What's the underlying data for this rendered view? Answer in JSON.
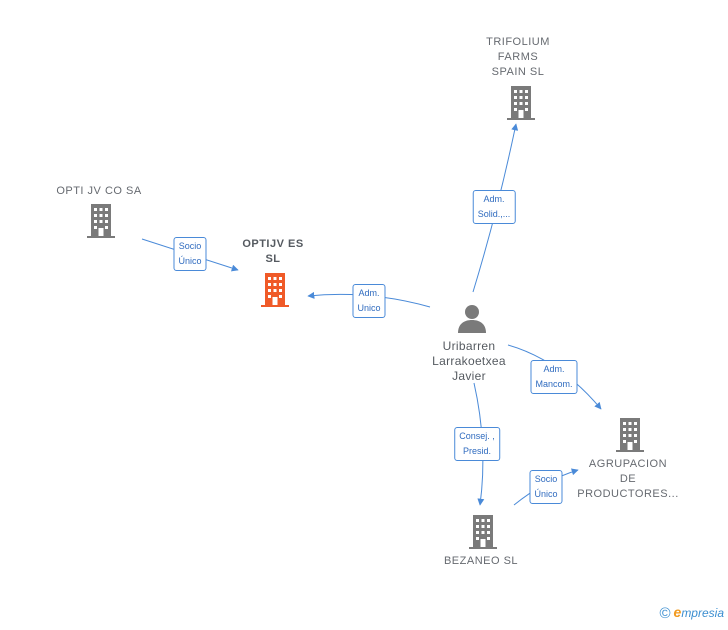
{
  "nodes": {
    "opti_jv_co": {
      "label": "OPTI JV CO SA"
    },
    "optijv_es": {
      "label": "OPTIJV ES\nSL"
    },
    "trifolium": {
      "label": "TRIFOLIUM\nFARMS\nSPAIN  SL"
    },
    "person": {
      "label": "Uribarren\nLarrakoetxea\nJavier"
    },
    "agrupacion": {
      "label": "AGRUPACION\nDE\nPRODUCTORES..."
    },
    "bezaneo": {
      "label": "BEZANEO  SL"
    }
  },
  "edges": {
    "opti_to_optijv": {
      "label": "Socio\nÚnico"
    },
    "person_to_optijv": {
      "label": "Adm.\nUnico"
    },
    "person_to_trifolium": {
      "label": "Adm.\nSolid.,..."
    },
    "person_to_agrupacion": {
      "label": "Adm.\nMancom."
    },
    "person_to_bezaneo": {
      "label": "Consej. ,\nPresid."
    },
    "bezaneo_to_agrupacion": {
      "label": "Socio\nÚnico"
    }
  },
  "colors": {
    "company_icon": "#7a7a7a",
    "focus_icon": "#f05a28",
    "edge": "#4a8ad8"
  },
  "footer": {
    "copyright": "©",
    "brand_first": "e",
    "brand_rest": "mpresia"
  }
}
